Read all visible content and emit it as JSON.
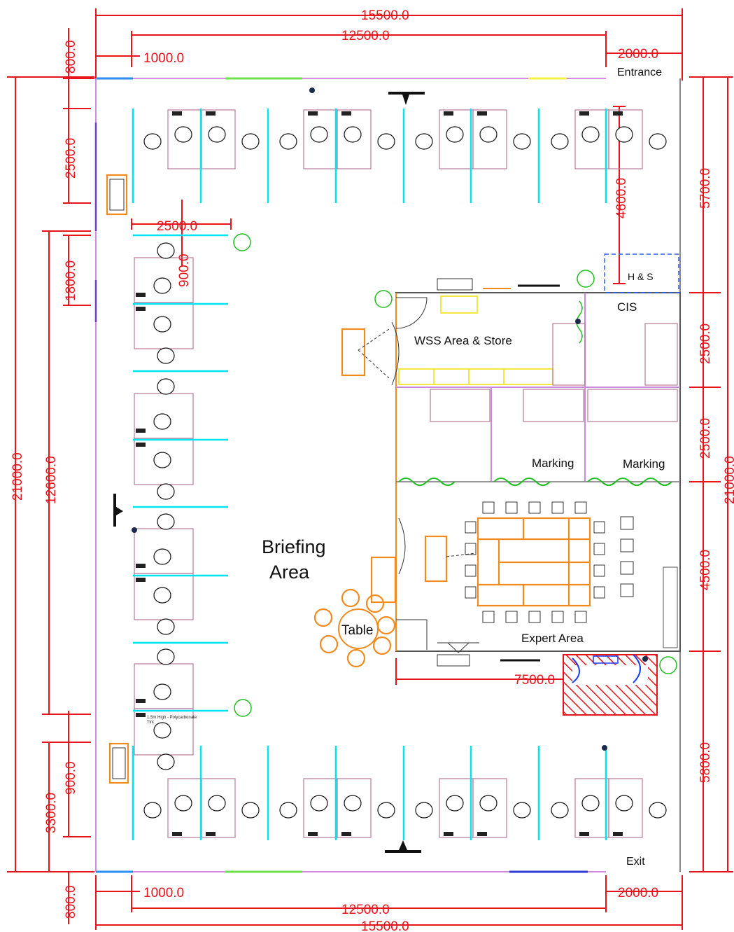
{
  "title_fragment": "",
  "dimensions": {
    "top_overall": "15500.0",
    "top_inner": "12500.0",
    "top_left_offset": "1000.0",
    "top_right_offset": "2000.0",
    "top_margin": "800.0",
    "bottom_overall": "15500.0",
    "bottom_inner": "12500.0",
    "bottom_left_offset": "1000.0",
    "bottom_right_offset": "2000.0",
    "bottom_margin": "800.0",
    "left_overall": "21000.0",
    "left_top_desks": "2500.0",
    "left_gap": "1800.0",
    "left_briefing": "12600.0",
    "left_bottom_gap": "900.0",
    "left_bottom": "3300.0",
    "right_overall": "21000.0",
    "right_top": "5700.0",
    "right_wss": "2500.0",
    "right_marking": "2500.0",
    "right_expert": "4500.0",
    "right_bottom": "5800.0",
    "entrance_depth": "4600.0",
    "desk_width": "2500.0",
    "desk_depth": "900.0",
    "expert_width": "7500.0"
  },
  "labels": {
    "entrance": "Entrance",
    "exit": "Exit",
    "hs": "H & S",
    "cis": "CIS",
    "wss": "WSS Area & Store",
    "marking_1": "Marking",
    "marking_2": "Marking",
    "briefing_1": "Briefing",
    "briefing_2": "Area",
    "table": "Table",
    "expert": "Expert Area",
    "polycarbonate": "1.5m High - Polycarbonate",
    "polycarbonate_2": "Tint"
  },
  "colors": {
    "dimension": "#e8141b",
    "wall": "#d58be0",
    "partition": "#00e3f0",
    "furniture": "#f28a1e",
    "plant": "#1fbf1f",
    "hazard": "#e8141b"
  },
  "icons": [
    "workstation-icon",
    "chair-icon",
    "plant-icon",
    "camera-icon",
    "tv-screen-icon",
    "fire-extinguisher-icon"
  ]
}
